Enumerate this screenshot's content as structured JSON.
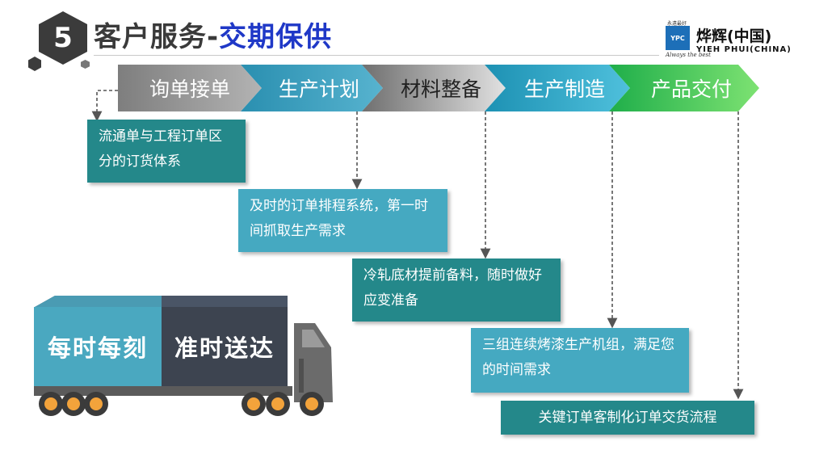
{
  "header": {
    "number": "5",
    "title_main": "客户服务-",
    "title_accent": "交期保供"
  },
  "logo": {
    "small_text": "永遠最好",
    "mark": "YPC",
    "chinese": "烨辉(中国)",
    "english": "YIEH PHUI(CHINA)",
    "tagline": "Always the best"
  },
  "process": {
    "steps": [
      "询单接单",
      "生产计划",
      "材料整备",
      "生产制造",
      "产品交付"
    ]
  },
  "details": [
    "流通单与工程订单区分的订货体系",
    "及时的订单排程系统，第一时间抓取生产需求",
    "冷轧底材提前备料，随时做好应变准备",
    "三组连续烤漆生产机组，满足您的时间需求",
    "关键订单客制化订单交货流程"
  ],
  "truck": {
    "left_text": "每时每刻",
    "right_text": "准时送达"
  },
  "colors": {
    "accent": "#1f38c7",
    "teal": "#24888a",
    "light_blue": "#45a9c1",
    "green": "#38c24a",
    "gray": "#8c8c8c",
    "dark": "#3b3f4b"
  }
}
